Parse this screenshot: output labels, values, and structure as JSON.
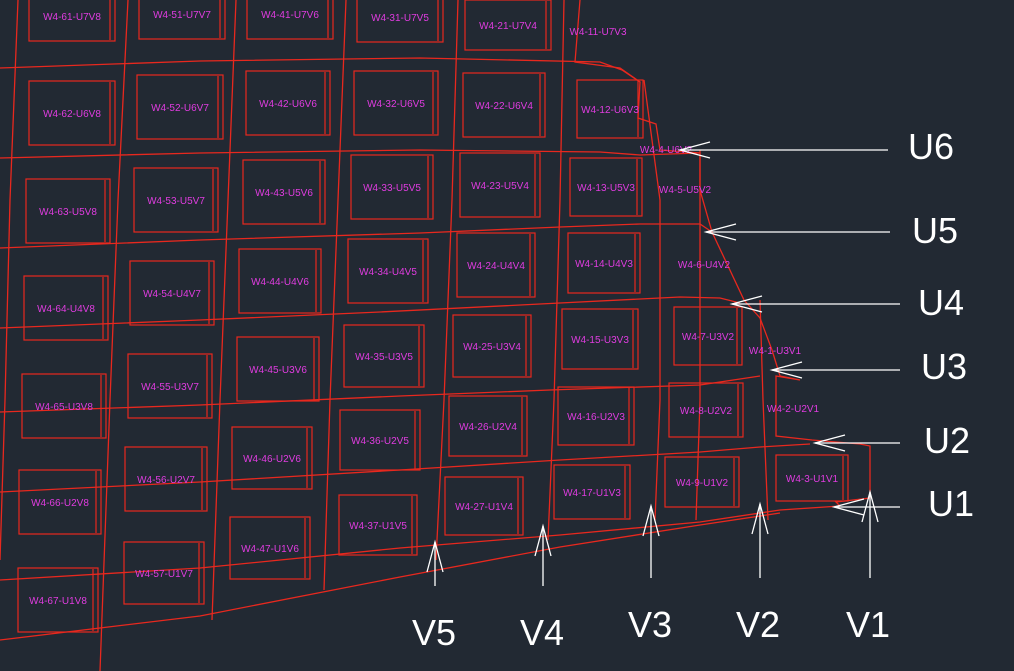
{
  "colors": {
    "background": "#222933",
    "grid": "#e8281e",
    "label": "#e03ce0",
    "annotation": "#ffffff"
  },
  "axis_labels": {
    "u": [
      "U1",
      "U2",
      "U3",
      "U4",
      "U5",
      "U6"
    ],
    "v": [
      "V1",
      "V2",
      "V3",
      "V4",
      "V5"
    ]
  },
  "cells": [
    "W4-61-U7V8",
    "W4-51-U7V7",
    "W4-41-U7V6",
    "W4-31-U7V5",
    "W4-21-U7V4",
    "W4-11-U7V3",
    "W4-62-U6V8",
    "W4-52-U6V7",
    "W4-42-U6V6",
    "W4-32-U6V5",
    "W4-22-U6V4",
    "W4-12-U6V3",
    "W4-4-U6V2",
    "W4-63-U5V8",
    "W4-53-U5V7",
    "W4-43-U5V6",
    "W4-33-U5V5",
    "W4-23-U5V4",
    "W4-13-U5V3",
    "W4-5-U5V2",
    "W4-64-U4V8",
    "W4-54-U4V7",
    "W4-44-U4V6",
    "W4-34-U4V5",
    "W4-24-U4V4",
    "W4-14-U4V3",
    "W4-6-U4V2",
    "W4-65-U3V8",
    "W4-55-U3V7",
    "W4-45-U3V6",
    "W4-35-U3V5",
    "W4-25-U3V4",
    "W4-15-U3V3",
    "W4-7-U3V2",
    "W4-1-U3V1",
    "W4-66-U2V8",
    "W4-56-U2V7",
    "W4-46-U2V6",
    "W4-36-U2V5",
    "W4-26-U2V4",
    "W4-16-U2V3",
    "W4-8-U2V2",
    "W4-2-U2V1",
    "W4-67-U1V8",
    "W4-57-U1V7",
    "W4-47-U1V6",
    "W4-37-U1V5",
    "W4-27-U1V4",
    "W4-17-U1V3",
    "W4-9-U1V2",
    "W4-3-U1V1"
  ]
}
